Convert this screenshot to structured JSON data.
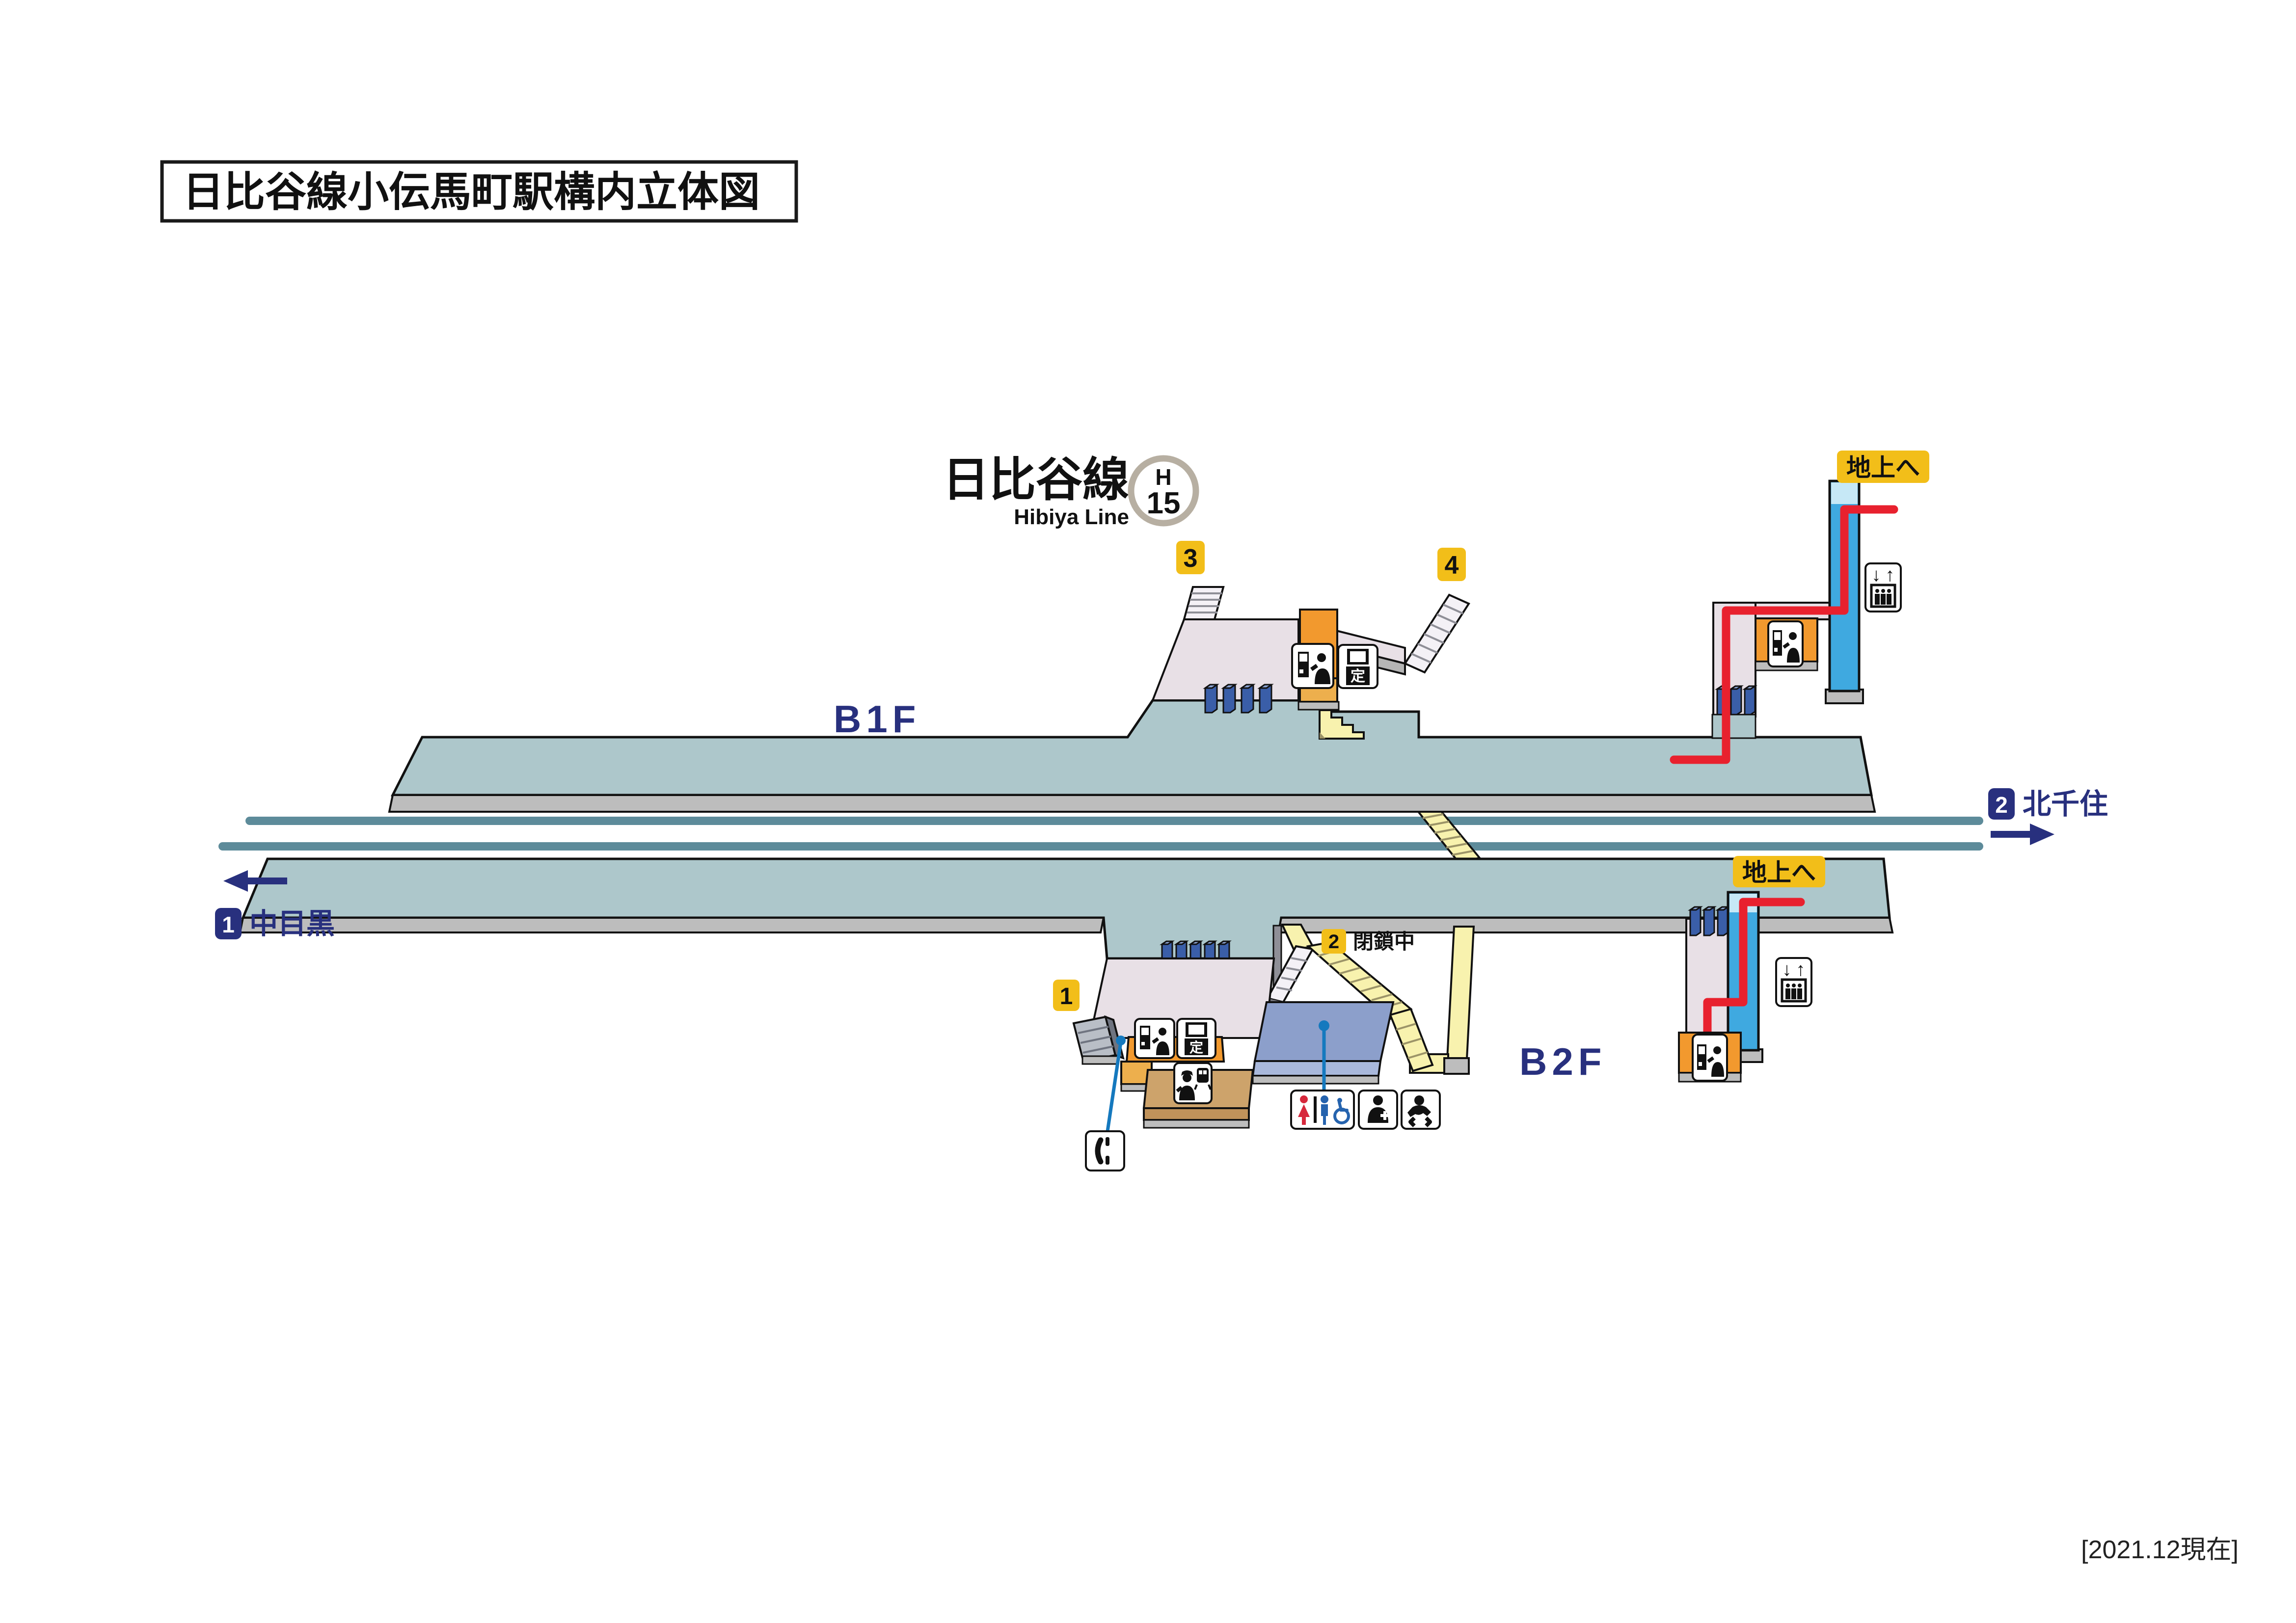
{
  "title": "日比谷線小伝馬町駅構内立体図",
  "line": {
    "name_ja": "日比谷線",
    "name_en": "Hibiya Line",
    "code_letter": "H",
    "code_number": "15"
  },
  "floors": {
    "b1f": "B1F",
    "b2f": "B2F"
  },
  "exits": {
    "exit1": "1",
    "exit2": "2",
    "exit3": "3",
    "exit4": "4",
    "to_ground_upper": "地上へ",
    "to_ground_lower": "地上へ",
    "closed_note": "閉鎖中"
  },
  "platforms": {
    "p1_number": "1",
    "p1_destination": "中目黒",
    "p2_number": "2",
    "p2_destination": "北千住"
  },
  "legend": {
    "commuter_pass": "定"
  },
  "timestamp": "[2021.12現在]",
  "icons": {
    "staffed_gate": "staffed-ticket-gate-icon",
    "commuter_pass_office": "commuter-pass-icon",
    "station_office": "station-office-icon",
    "public_phone": "public-phone-icon",
    "elevator": "elevator-icon",
    "toilet": "toilet-accessible-icon",
    "care_room": "care-room-icon",
    "baby_care": "baby-care-icon"
  },
  "colors": {
    "platform_teal": "#ADC7CB",
    "platform_side_grey": "#BDBDBD",
    "track": "#5D8B9A",
    "navy": "#28307E",
    "exit_yellow": "#F2BE19",
    "concourse_lavender": "#E8E0E6",
    "gate_orange": "#F2992E",
    "gate_orange_light": "#EDAF4D",
    "ticket_gate_blue": "#3A5EA8",
    "elevator_blue": "#3FA9E0",
    "route_red": "#E8212E",
    "link_blue": "#1579BE",
    "stair_yellow": "#F8F2AE",
    "office_tan": "#CDA36B",
    "toilet_room_blue": "#8C9FCB"
  }
}
